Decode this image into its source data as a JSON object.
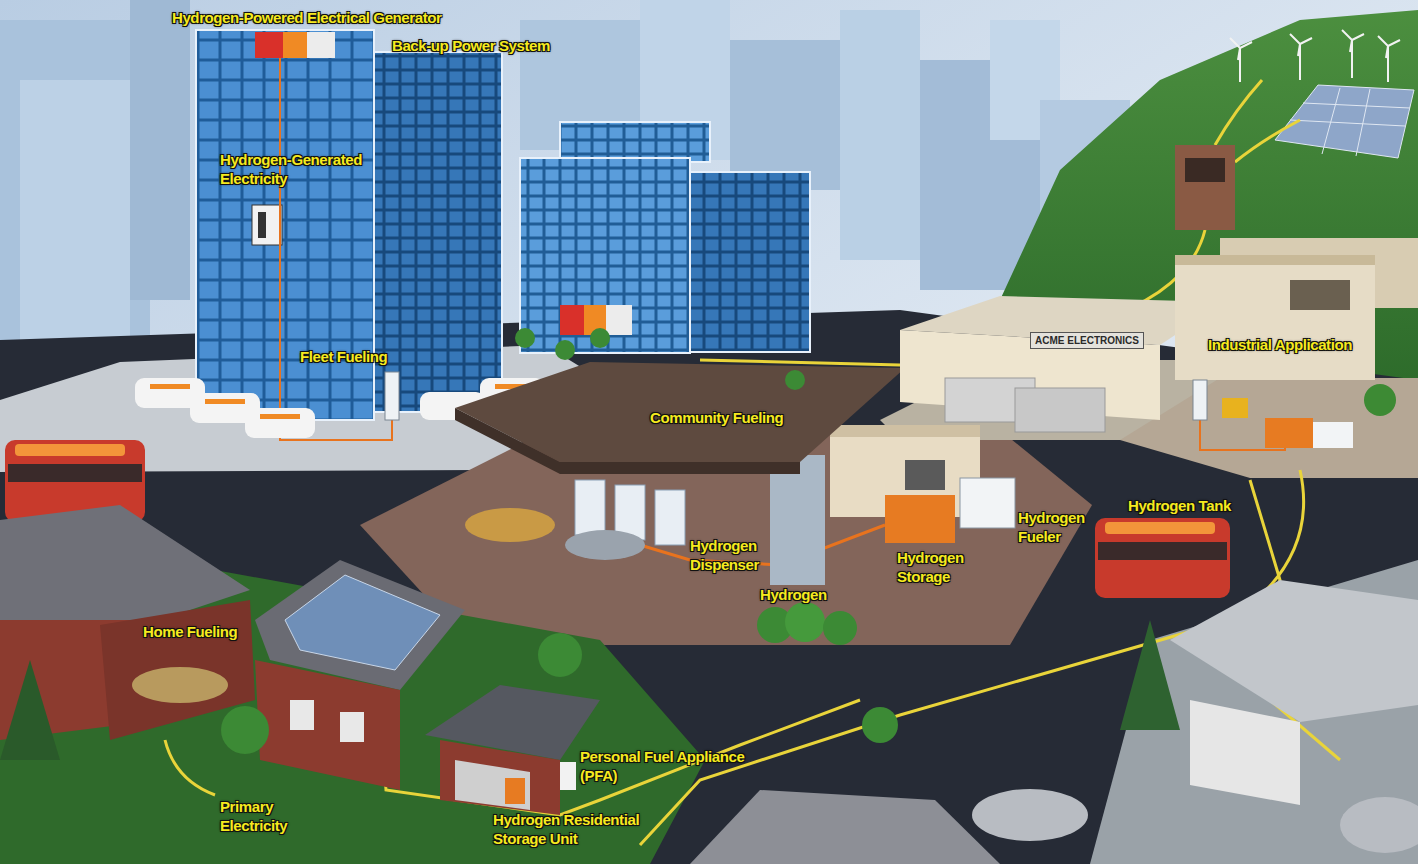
{
  "diagram": {
    "labels": [
      "Hydrogen-Powered Electrical Generator",
      "Back-up Power System",
      "Hydrogen-Generated Electricity",
      "Fleet Fueling",
      "Community Fueling",
      "ACME ELECTRONICS",
      "Industrial Application",
      "Hydrogen Tank",
      "Hydrogen Fueler",
      "Hydrogen Dispenser",
      "Hydrogen Storage",
      "Hydrogen",
      "Home Fueling",
      "Personal Fuel Appliance (PFA)",
      "Hydrogen Residential Storage Unit",
      "Primary Electricity"
    ]
  }
}
